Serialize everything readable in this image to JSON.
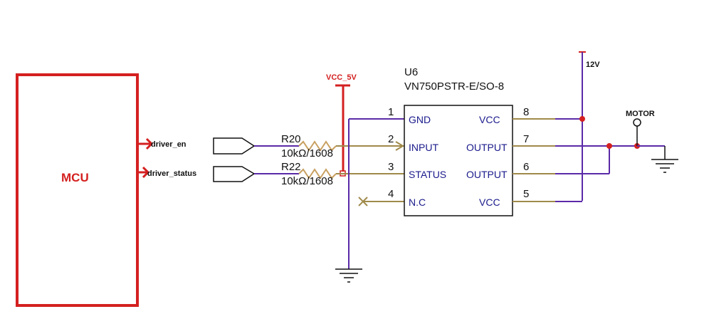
{
  "colors": {
    "red": "#d42020",
    "purple": "#5b2aa8",
    "olive": "#a08a4a",
    "navy": "#1a1a8c",
    "dark": "#111111",
    "resistor": "#c8a060"
  },
  "mcu": {
    "label": "MCU"
  },
  "signals": {
    "driver_en": "driver_en",
    "driver_status": "driver_status"
  },
  "resistors": [
    {
      "ref": "R20",
      "value": "10kΩ/1608"
    },
    {
      "ref": "R22",
      "value": "10kΩ/1608"
    }
  ],
  "power": {
    "vcc5": "VCC_5V",
    "v12": "12V"
  },
  "ic": {
    "ref": "U6",
    "part": "VN750PSTR-E/SO-8",
    "left_pins": [
      {
        "num": "1",
        "name": "GND"
      },
      {
        "num": "2",
        "name": "INPUT"
      },
      {
        "num": "3",
        "name": "STATUS"
      },
      {
        "num": "4",
        "name": "N.C"
      }
    ],
    "right_pins": [
      {
        "num": "8",
        "name": "VCC"
      },
      {
        "num": "7",
        "name": "OUTPUT"
      },
      {
        "num": "6",
        "name": "OUTPUT"
      },
      {
        "num": "5",
        "name": "VCC"
      }
    ]
  },
  "motor": {
    "label": "MOTOR"
  }
}
